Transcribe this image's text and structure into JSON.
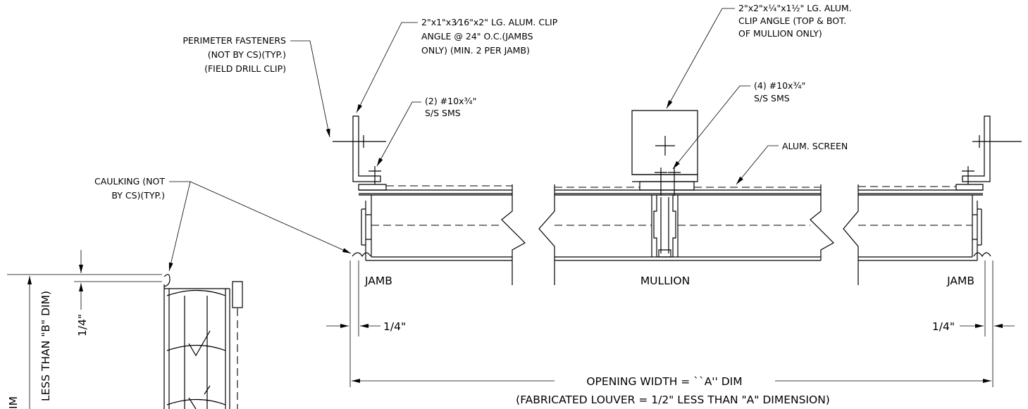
{
  "labels": {
    "perimeter_fasteners": [
      "PERIMETER FASTENERS",
      "(NOT BY CS)(TYP.)",
      "(FIELD DRILL CLIP)"
    ],
    "clip_angle_jamb": [
      "2\"x1\"x3⁄16\"x2\" LG. ALUM. CLIP",
      "ANGLE @ 24\" O.C.(JAMBS",
      "ONLY) (MIN. 2 PER JAMB)"
    ],
    "screws_jamb": [
      "(2) #10x¾\"",
      "S/S SMS"
    ],
    "clip_angle_mullion": [
      "2\"x2\"x¼\"x1½\" LG. ALUM.",
      "CLIP ANGLE (TOP & BOT.",
      "OF MULLION ONLY)"
    ],
    "screws_mullion": [
      "(4) #10x¾\"",
      "S/S SMS"
    ],
    "alum_screen": "ALUM. SCREEN",
    "caulking": [
      "CAULKING (NOT",
      "BY CS)(TYP.)"
    ],
    "jamb_left": "JAMB",
    "mullion": "MULLION",
    "jamb_right": "JAMB",
    "gap_left": "1/4\"",
    "gap_right": "1/4\"",
    "gap_side": "1/4\"",
    "opening_width": "OPENING WIDTH = ``A'' DIM",
    "fabricated_louver": "(FABRICATED LOUVER = 1/2\" LESS THAN \"A\" DIMENSION)",
    "side_rotated_1": "LESS THAN \"B\" DIM)",
    "side_rotated_2": "IM"
  }
}
